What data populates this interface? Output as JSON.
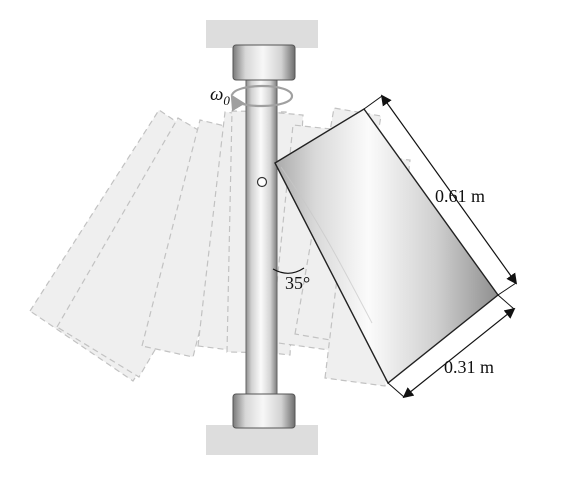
{
  "diagram": {
    "omega_symbol": "ω",
    "omega_subscript": "0",
    "length_label": "0.61 m",
    "width_label": "0.31 m",
    "angle_label": "35°",
    "colors": {
      "shaft_light": "#f7f7f7",
      "shaft_dark": "#8e8e8e",
      "bearing_dark": "#7f7f7f",
      "bearing_light": "#f4f4f4",
      "ghost_fill": "#f2f2f2",
      "ghost_stroke": "#b8b8b8",
      "ceiling": "#dcdcdc",
      "plate_light": "#f3f3f3",
      "plate_dark": "#9a9a9a",
      "ink": "#111111"
    }
  }
}
